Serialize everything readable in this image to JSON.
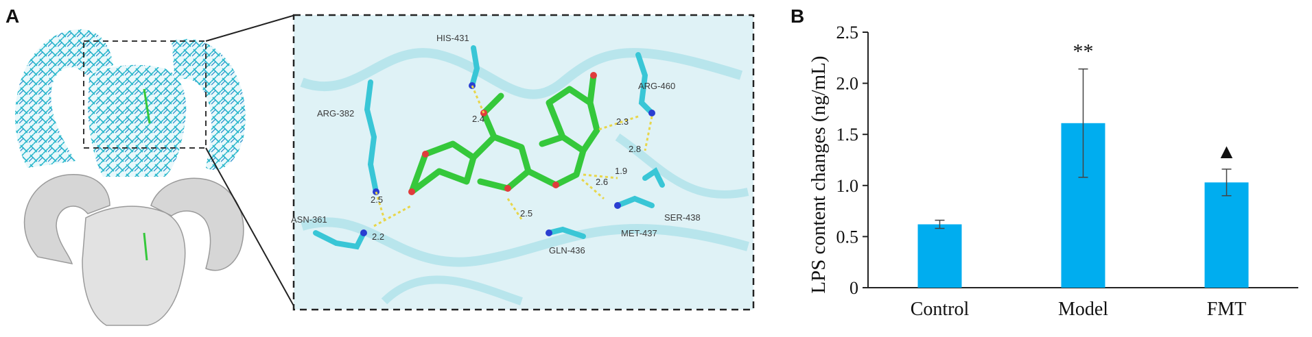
{
  "panel_a": {
    "label": "A",
    "residues": [
      "HIS-431",
      "ARG-460",
      "ARG-382",
      "ASN-361",
      "GLN-436",
      "MET-437",
      "SER-438"
    ],
    "distances": [
      "2.4",
      "2.3",
      "2.8",
      "1.9",
      "2.6",
      "2.5",
      "2.2",
      "2.5"
    ]
  },
  "panel_b": {
    "label": "B"
  },
  "colors": {
    "bar": "#00adef",
    "protein": "#39c6d6",
    "ligand": "#35c83b",
    "surface": "#d6d6d6"
  },
  "chart_data": {
    "type": "bar",
    "categories": [
      "Control",
      "Model",
      "FMT"
    ],
    "values": [
      0.62,
      1.61,
      1.03
    ],
    "error": [
      0.04,
      0.53,
      0.13
    ],
    "annotations": [
      "",
      "**",
      "▲"
    ],
    "ylabel": "LPS content changes (ng/mL)",
    "xlabel": "",
    "title": "",
    "ylim": [
      0,
      2.5
    ],
    "yticks": [
      "0",
      "0.5",
      "1.0",
      "1.5",
      "2.0",
      "2.5"
    ],
    "grid": false
  }
}
